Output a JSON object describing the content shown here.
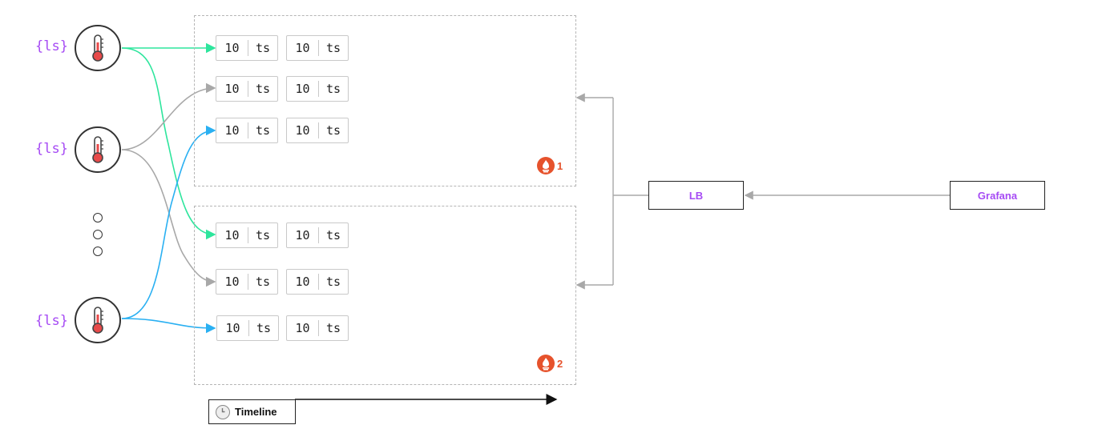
{
  "sources": [
    {
      "label": "{ls}"
    },
    {
      "label": "{ls}"
    },
    {
      "label": "{ls}"
    }
  ],
  "sample": {
    "value": "10",
    "ts": "ts"
  },
  "groups": [
    {
      "number": "1"
    },
    {
      "number": "2"
    }
  ],
  "lb": {
    "label": "LB"
  },
  "grafana": {
    "label": "Grafana"
  },
  "timeline": {
    "label": "Timeline"
  },
  "colors": {
    "green": "#2ee59d",
    "gray": "#a8a8a8",
    "blue": "#2ab0f2",
    "purple": "#a64bf4",
    "prometheus": "#e6522c"
  }
}
